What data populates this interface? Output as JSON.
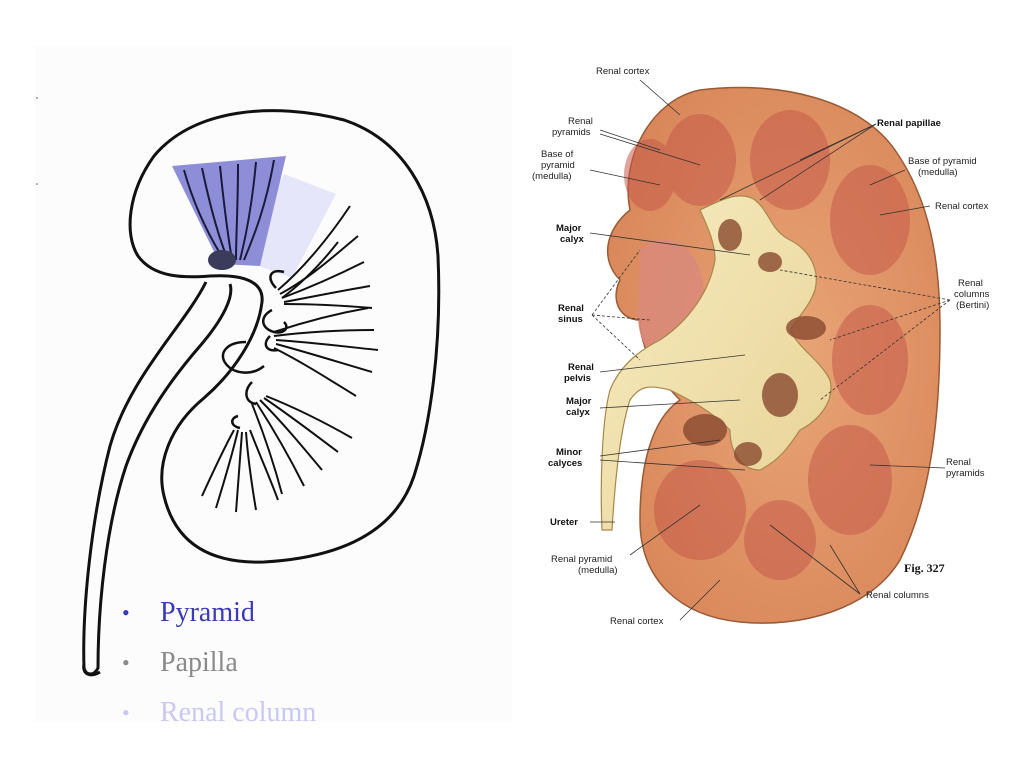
{
  "legend": {
    "items": [
      {
        "label": "Pyramid",
        "color": "#3a3ab8"
      },
      {
        "label": "Papilla",
        "color": "#8a8a8a"
      },
      {
        "label": "Renal column",
        "color": "#c8c8f4"
      }
    ]
  },
  "illustration": {
    "figure_number": "Fig. 327",
    "labels": {
      "renal_cortex_top": "Renal cortex",
      "renal_pyramids_left_1": "Renal",
      "renal_pyramids_left_2": "pyramids",
      "base_pyramid_left_1": "Base of",
      "base_pyramid_left_2": "pyramid",
      "base_pyramid_left_3": "(medulla)",
      "major_calyx_top_1": "Major",
      "major_calyx_top_2": "calyx",
      "renal_sinus_1": "Renal",
      "renal_sinus_2": "sinus",
      "renal_pelvis_1": "Renal",
      "renal_pelvis_2": "pelvis",
      "major_calyx_mid_1": "Major",
      "major_calyx_mid_2": "calyx",
      "minor_calyces_1": "Minor",
      "minor_calyces_2": "calyces",
      "ureter": "Ureter",
      "renal_pyramid_bottom_1": "Renal pyramid",
      "renal_pyramid_bottom_2": "(medulla)",
      "renal_cortex_bottom": "Renal cortex",
      "renal_papillae": "Renal papillae",
      "base_pyramid_right_1": "Base of pyramid",
      "base_pyramid_right_2": "(medulla)",
      "renal_cortex_right": "Renal cortex",
      "renal_columns_right_1": "Renal",
      "renal_columns_right_2": "columns",
      "renal_columns_right_3": "(Bertini)",
      "renal_pyramids_right_1": "Renal",
      "renal_pyramids_right_2": "pyramids",
      "renal_columns_bottom": "Renal columns"
    }
  }
}
